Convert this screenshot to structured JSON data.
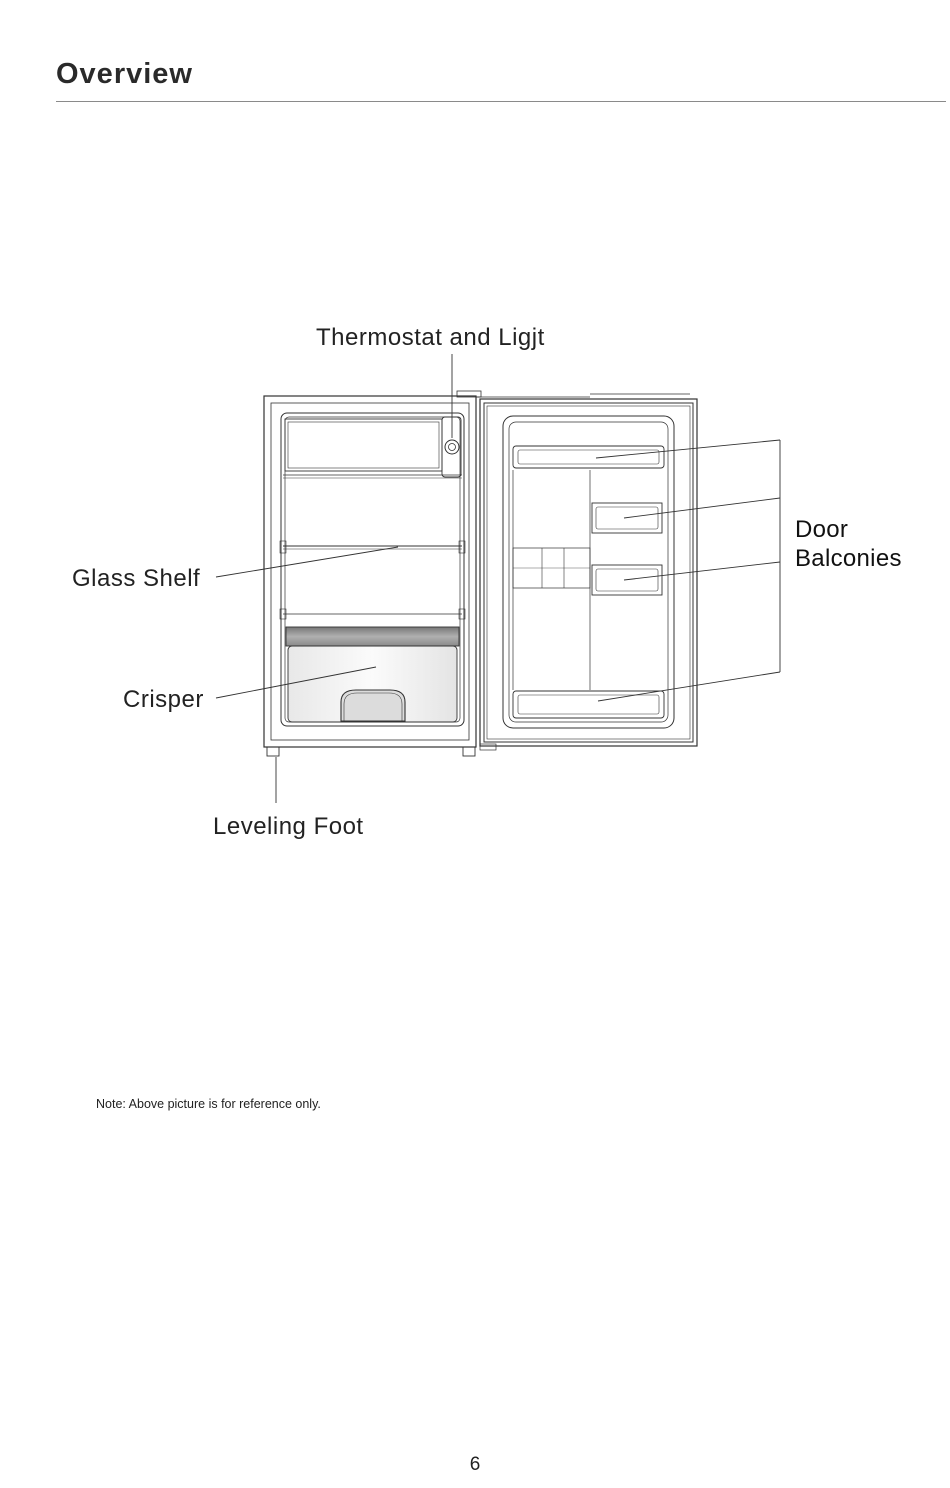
{
  "page": {
    "title": "Overview",
    "note": "Note: Above picture is for reference only.",
    "page_number": "6"
  },
  "diagram": {
    "labels": {
      "thermostat": "Thermostat and Ligjt",
      "glass_shelf": "Glass Shelf",
      "crisper": "Crisper",
      "leveling_foot": "Leveling Foot",
      "door_balconies_line1": "Door",
      "door_balconies_line2": "Balconies"
    }
  },
  "colors": {
    "text": "#222222",
    "rule": "#8a8a8a",
    "line": "#333333",
    "crisper_band": "#8f8f8f"
  }
}
